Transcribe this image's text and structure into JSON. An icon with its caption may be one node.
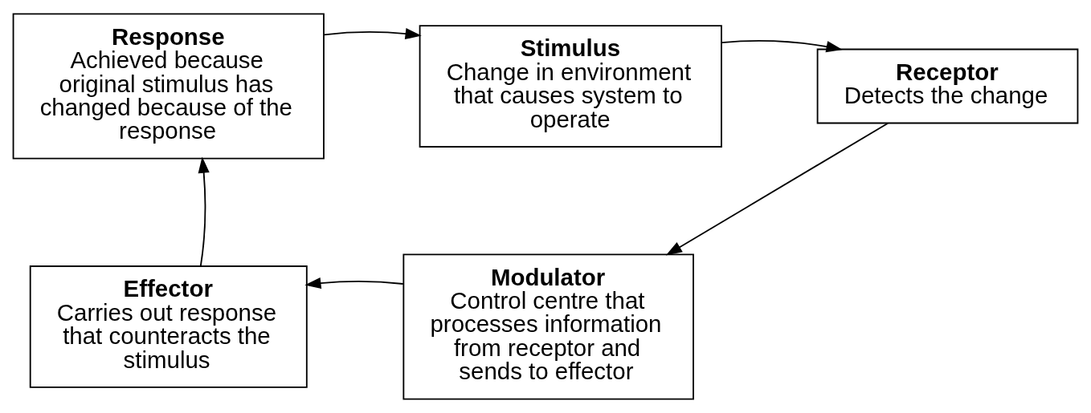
{
  "diagram": {
    "nodes": [
      {
        "text": [
          "Stimulus",
          "Change in environment that causes system to operate"
        ]
      },
      {
        "text": [
          "Receptor",
          "Detects the change"
        ]
      },
      {
        "text": [
          "Modulator",
          "Control centre that processes information from receptor and sends to effector"
        ]
      },
      {
        "text": [
          "Effector",
          "Carries out response that counteracts the stimulus"
        ]
      },
      {
        "text": [
          "Response",
          "Achieved because original stimulus has changed because of the response"
        ]
      }
    ],
    "edges": [
      {
        "from": 0,
        "to": 1,
        "arrow": "to"
      },
      {
        "from": 1,
        "to": 2,
        "arrow": "to"
      },
      {
        "from": 2,
        "to": 3,
        "arrow": "to"
      },
      {
        "from": 3,
        "to": 4,
        "arrow": "to"
      },
      {
        "from": 4,
        "to": 0,
        "arrow": "to"
      }
    ]
  }
}
